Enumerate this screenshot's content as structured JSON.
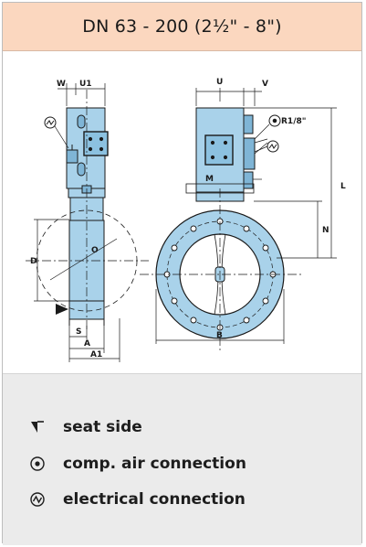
{
  "header": {
    "title": "DN 63 - 200 (2½\" - 8\")"
  },
  "drawing": {
    "labels": {
      "w": "W",
      "u1": "U1",
      "u": "U",
      "v": "V",
      "r18": "R1/8\"",
      "m": "M",
      "l": "L",
      "n": "N",
      "d": "D",
      "o": "O",
      "s": "S",
      "a": "A",
      "a1": "A1",
      "b": "B"
    },
    "colors": {
      "body": "#a9d2ea",
      "line": "#1a1a1a"
    }
  },
  "legend": {
    "items": [
      {
        "icon": "seat-side-icon",
        "label": "seat side"
      },
      {
        "icon": "compressed-air-icon",
        "label": "comp. air connection"
      },
      {
        "icon": "electrical-connection-icon",
        "label": "electrical connection"
      }
    ]
  }
}
